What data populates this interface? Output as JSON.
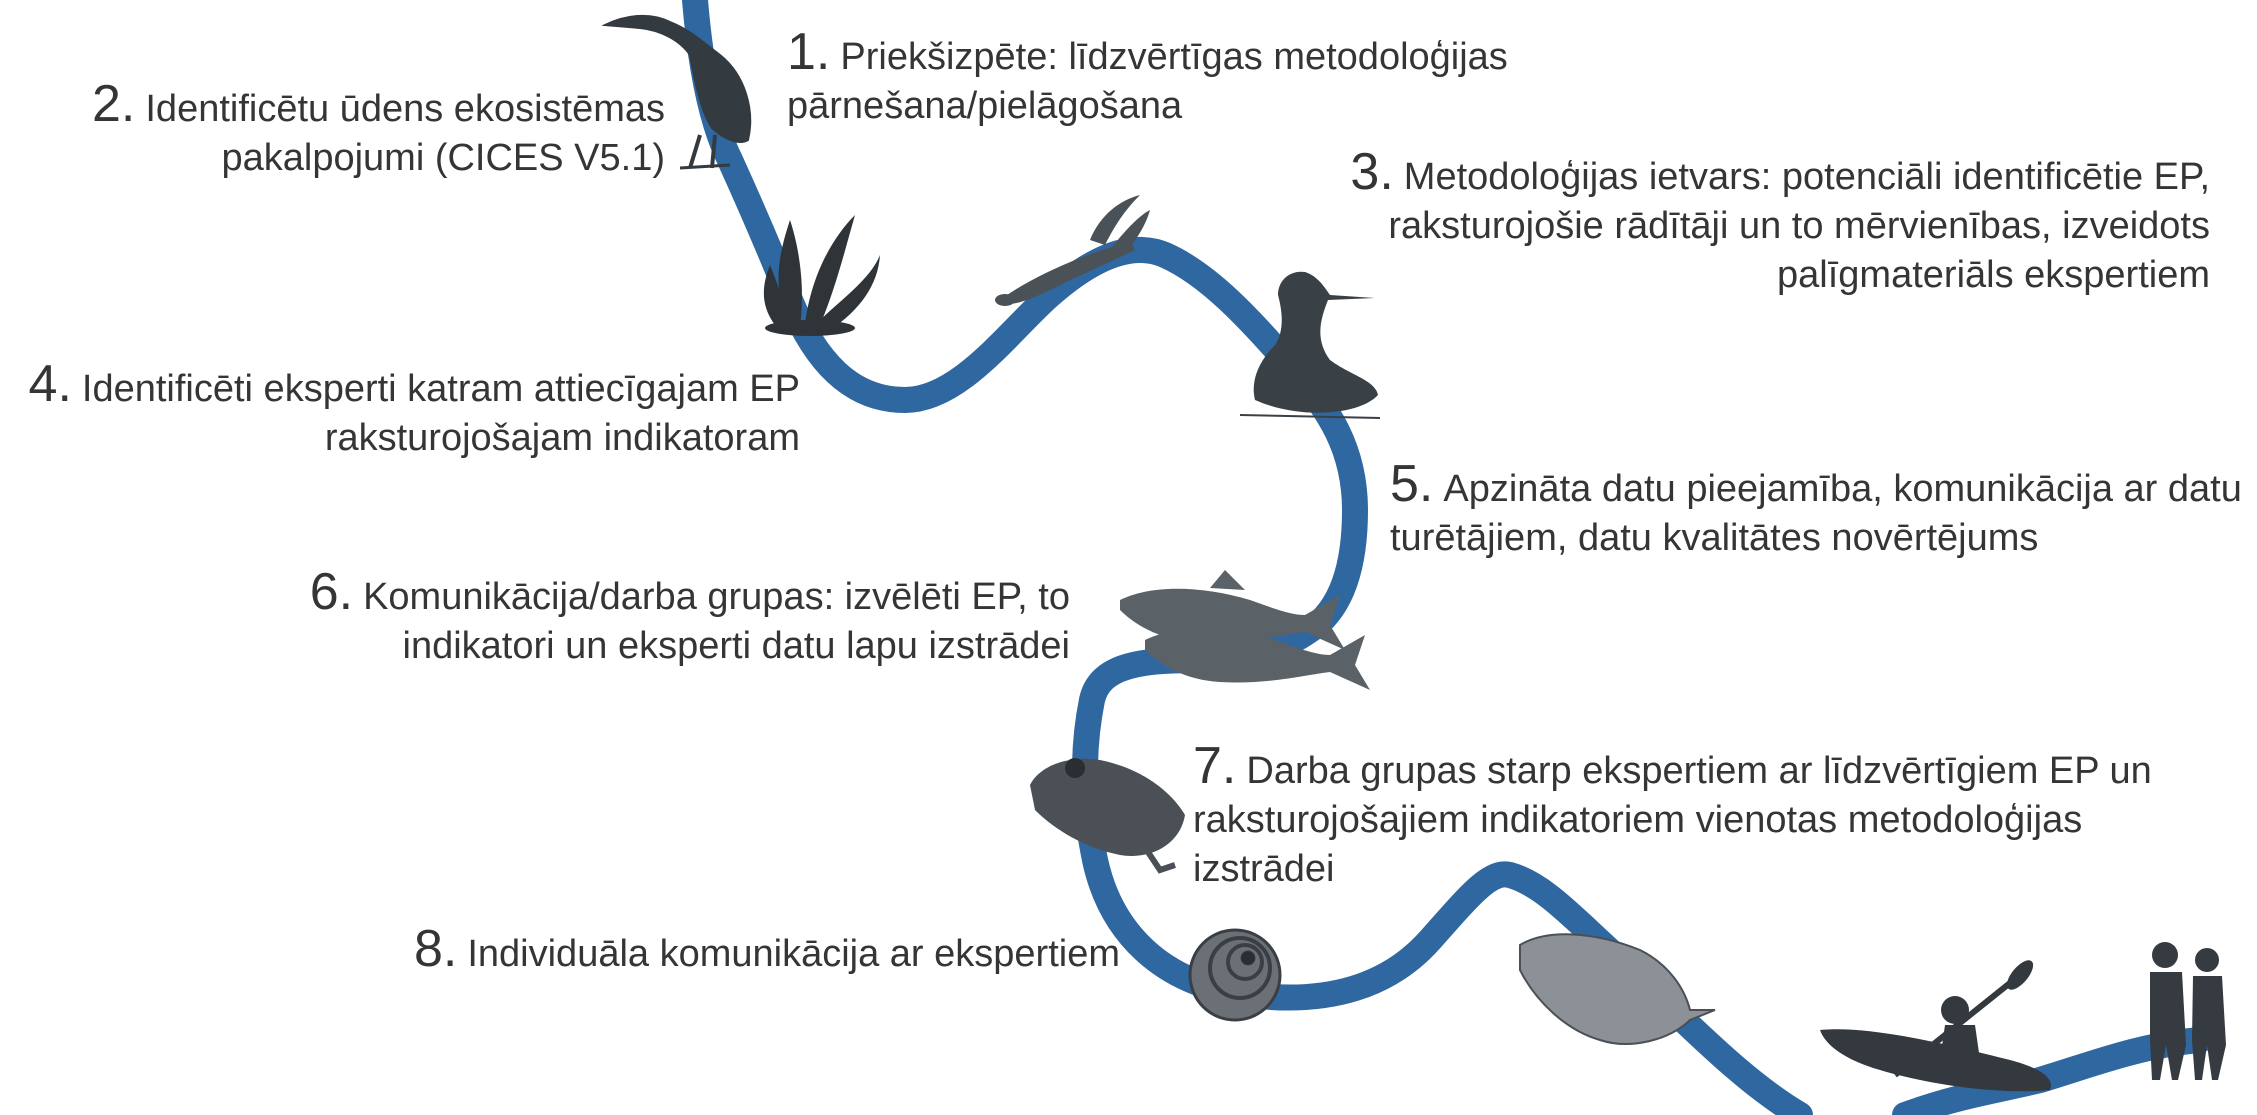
{
  "colors": {
    "river": "#2f67a0",
    "illustration": "#333a40",
    "text": "#353535"
  },
  "steps": [
    {
      "number": "1.",
      "text": "Priekšizpēte: līdzvērtīgas metodoloģijas pārnešana/pielāgošana"
    },
    {
      "number": "2.",
      "text": "Identificētu ūdens ekosistēmas pakalpojumi (CICES V5.1)"
    },
    {
      "number": "3.",
      "text": "Metodoloģijas ietvars: potenciāli identificētie EP, raksturojošie rādītāji un to mērvienības, izveidots palīgmateriāls ekspertiem"
    },
    {
      "number": "4.",
      "text": "Identificēti eksperti katram attiecīgajam EP raksturojošajam indikatoram"
    },
    {
      "number": "5.",
      "text": "Apzināta datu pieejamība, komunikācija ar datu turētājiem, datu kvalitātes novērtējums"
    },
    {
      "number": "6.",
      "text": "Komunikācija/darba grupas: izvēlēti EP, to indikatori un eksperti datu lapu izstrādei"
    },
    {
      "number": "7.",
      "text": "Darba grupas starp ekspertiem ar līdzvērtīgiem EP un raksturojošajiem indikatoriem vienotas metodoloģijas izstrādei"
    },
    {
      "number": "8.",
      "text": "Individuāla komunikācija ar ekspertiem"
    }
  ],
  "illustrations": [
    "heron-icon",
    "seaweed-icon",
    "crayfish-icon",
    "grebe-icon",
    "fish-icon",
    "frog-icon",
    "snail-shell-icon",
    "water-flea-icon",
    "kayaker-icon",
    "walking-people-icon"
  ]
}
